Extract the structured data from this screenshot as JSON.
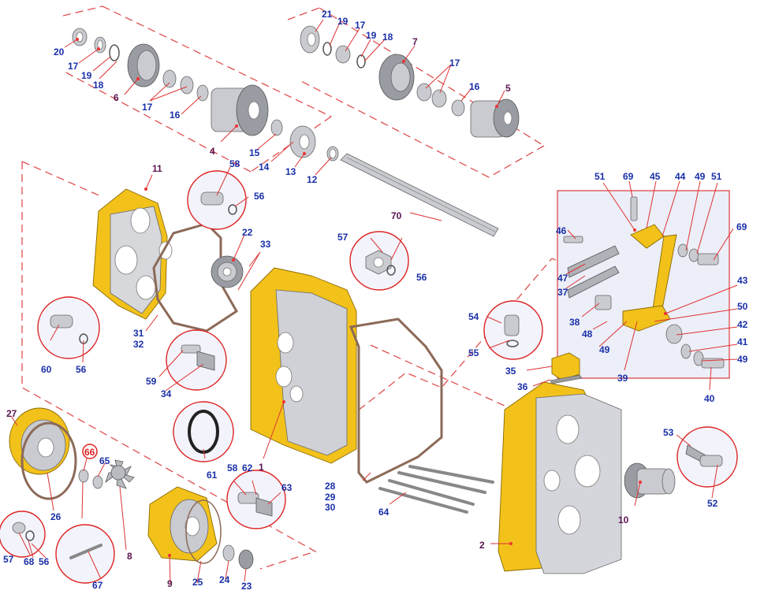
{
  "colors": {
    "label": "#1a2fa8",
    "label_major": "#5a1550",
    "leader": "#dd3333",
    "housing": "#f2c21b",
    "inset_panel": "#eceef8"
  },
  "labels": {
    "p1": "1",
    "p2": "2",
    "p4": "4",
    "p5": "5",
    "p6": "6",
    "p7": "7",
    "p8": "8",
    "p9": "9",
    "p10": "10",
    "p11": "11",
    "p12": "12",
    "p13": "13",
    "p14": "14",
    "p15": "15",
    "p16": "16",
    "p17": "17",
    "p18": "18",
    "p19": "19",
    "p20": "20",
    "p21": "21",
    "p22": "22",
    "p23": "23",
    "p24": "24",
    "p25": "25",
    "p26": "26",
    "p27": "27",
    "p28": "28",
    "p29": "29",
    "p30": "30",
    "p31": "31",
    "p32": "32",
    "p33": "33",
    "p34": "34",
    "p35": "35",
    "p36": "36",
    "p37": "37",
    "p38": "38",
    "p39": "39",
    "p40": "40",
    "p41": "41",
    "p42": "42",
    "p43": "43",
    "p44": "44",
    "p45": "45",
    "p46": "46",
    "p47": "47",
    "p48": "48",
    "p49": "49",
    "p50": "50",
    "p51": "51",
    "p52": "52",
    "p53": "53",
    "p54": "54",
    "p55": "55",
    "p56": "56",
    "p57": "57",
    "p58": "58",
    "p59": "59",
    "p60": "60",
    "p61": "61",
    "p62": "62",
    "p63": "63",
    "p64": "64",
    "p65": "65",
    "p66": "66",
    "p67": "67",
    "p68": "68",
    "p69": "69",
    "p70": "70"
  }
}
